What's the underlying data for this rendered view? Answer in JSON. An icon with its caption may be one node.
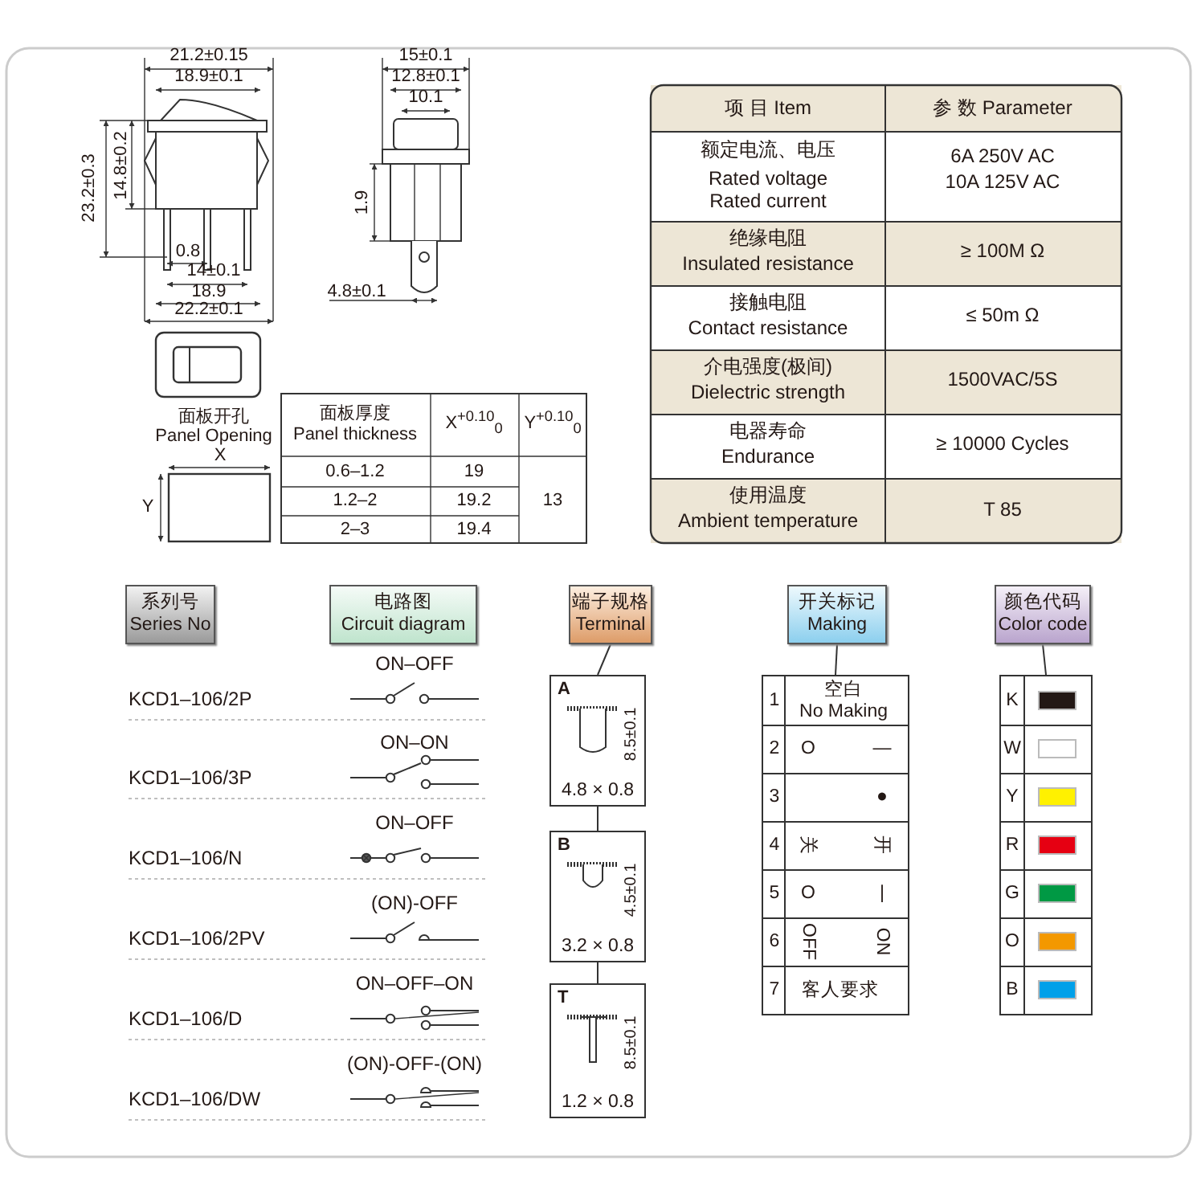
{
  "diagram": {
    "nodes": [
      {
        "text": [
          "系列号",
          "Series No"
        ]
      },
      {
        "text": [
          "电路图",
          "Circuit diagram"
        ]
      },
      {
        "text": [
          "端子规格",
          "Terminal"
        ]
      },
      {
        "text": [
          "A",
          "8.5±0.1",
          "4.8 × 0.8"
        ]
      },
      {
        "text": [
          "B",
          "4.5±0.1",
          "3.2 × 0.8"
        ]
      },
      {
        "text": [
          "T",
          "8.5±0.1",
          "1.2 × 0.8"
        ]
      },
      {
        "text": [
          "开关标记",
          "Making"
        ]
      },
      {
        "text": [
          "1",
          "空白",
          "No Making",
          "2",
          "O",
          "—",
          "3",
          "●",
          "4",
          "关",
          "开",
          "5",
          "O",
          "|",
          "6",
          "OFF",
          "ON",
          "7",
          "客人要求"
        ]
      },
      {
        "text": [
          "颜色代码",
          "Color code"
        ]
      },
      {
        "text": [],
        "shape": "box"
      }
    ],
    "edges": [
      {
        "from": 2,
        "to": 3,
        "arrow": "none"
      },
      {
        "from": 3,
        "to": 4,
        "arrow": "none"
      },
      {
        "from": 4,
        "to": 5,
        "arrow": "none"
      },
      {
        "from": 6,
        "to": 7,
        "arrow": "none"
      },
      {
        "from": 8,
        "to": 9,
        "arrow": "none"
      }
    ],
    "labels": [
      "21.2±0.15",
      "18.9±0.1",
      "23.2±0.3",
      "14.8±0.2",
      "0.8",
      "14±0.1",
      "18.9",
      "22.2±0.1",
      "15±0.1",
      "12.8±0.1",
      "10.1",
      "1.9",
      "4.8±0.1",
      "项 目 Item",
      "参 数 Parameter",
      "额定电流、电压",
      "Rated voltage Rated current",
      "6A 250V AC",
      "10A 125V AC",
      "绝缘电阻",
      "Insulated resistance",
      "≥ 100M Ω",
      "接触电阻",
      "Contact resistance",
      "≤ 50m Ω",
      "介电强度(极间)",
      "Dielectric strength",
      "1500VAC/5S",
      "电器寿命",
      "Endurance",
      "≥ 10000 Cycles",
      "使用温度",
      "Ambient temperature",
      "T 85",
      "面板开孔",
      "Panel Opening",
      "X",
      "Y",
      "面板厚度",
      "Panel thickness",
      "X$^{+0.10}$$_{0}$",
      "Y$^{+0.10}$$_{0}$",
      "0.6–1.2",
      "19",
      "1.2–2",
      "19.2",
      "13",
      "2–3",
      "19.4",
      "ON–OFF",
      "KCD1–106/2P",
      "ON–ON",
      "KCD1–106/3P",
      "ON–OFF",
      "KCD1–106/N",
      "(ON)-OFF",
      "KCD1–106/2PV",
      "ON–OFF–ON",
      "KCD1–106/D",
      "(ON)-OFF-(ON)",
      "KCD1–106/DW"
    ],
    "legend": [
      {
        "text": "K",
        "color": "#231815"
      },
      {
        "text": "W",
        "color": "#ffffff"
      },
      {
        "text": "Y",
        "color": "#fff100"
      },
      {
        "text": "R",
        "color": "#e60012"
      },
      {
        "text": "G",
        "color": "#009944"
      },
      {
        "text": "O",
        "color": "#f39800"
      },
      {
        "text": "B",
        "color": "#00a0e9"
      }
    ]
  }
}
